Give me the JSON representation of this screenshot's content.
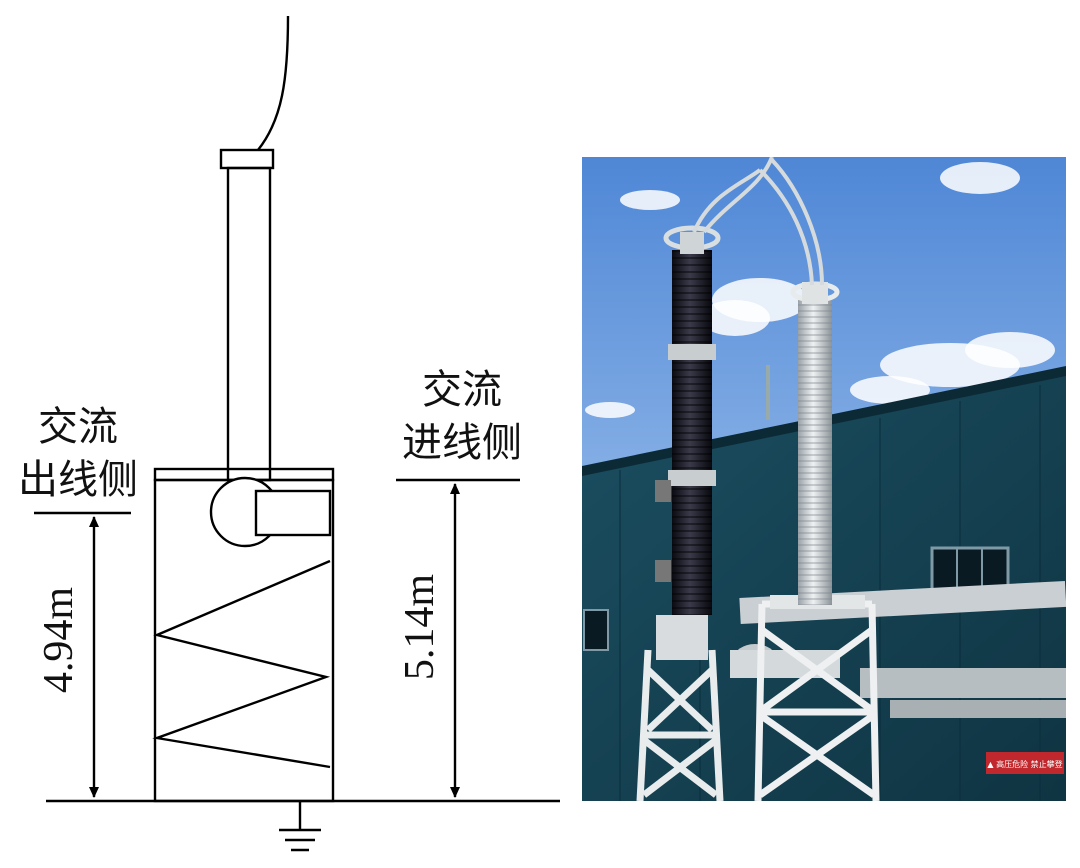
{
  "diagram": {
    "left_label": {
      "line1": "交流",
      "line2": "出线侧"
    },
    "right_label": {
      "line1": "交流",
      "line2": "进线侧"
    },
    "left_height": "4.94m",
    "right_height": "5.14m"
  },
  "photo": {
    "sign_text": "▲ 高压危险 禁止攀登"
  }
}
